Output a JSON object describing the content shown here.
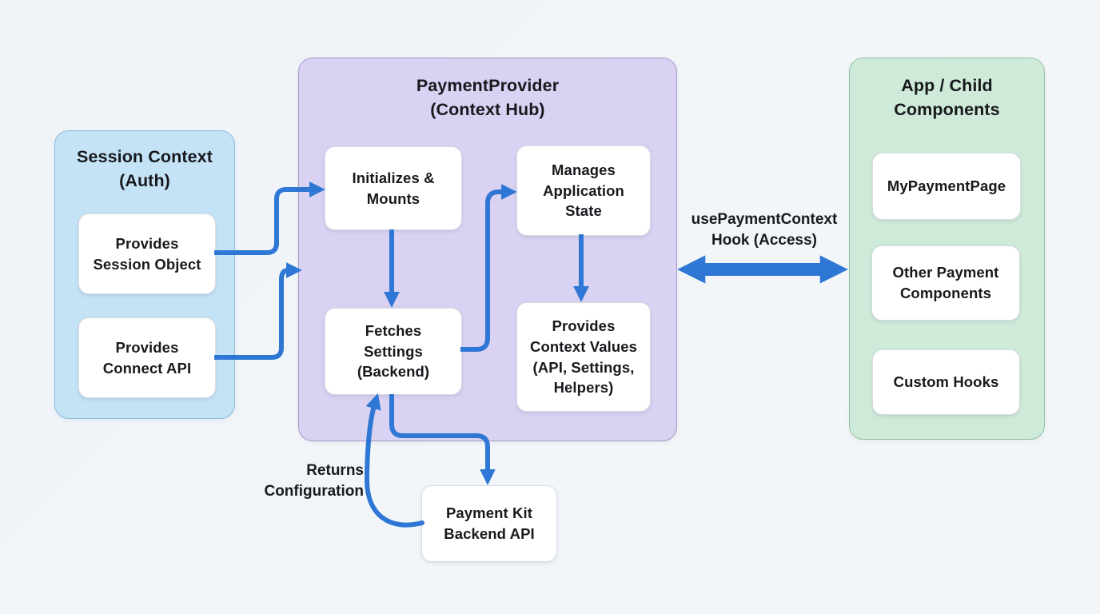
{
  "colors": {
    "page_bg": "#f1f5f8",
    "arrow": "#2e77d4",
    "text": "#17191d",
    "session_fill": "#c4e3f6",
    "session_border": "#8cbcdc",
    "provider_fill": "#d9d2f2",
    "provider_border": "#a79ac9",
    "app_fill": "#cfead9",
    "app_border": "#92c2a3",
    "box_bg": "#ffffff",
    "box_border": "#d7dce3"
  },
  "diagram": {
    "session_context": {
      "title": "Session Context\n(Auth)",
      "boxes": [
        "Provides\nSession Object",
        "Provides\nConnect API"
      ]
    },
    "payment_provider": {
      "title": "PaymentProvider\n(Context Hub)",
      "boxes": [
        "Initializes &\nMounts",
        "Manages\nApplication\nState",
        "Fetches\nSettings\n(Backend)",
        "Provides\nContext Values\n(API, Settings,\nHelpers)"
      ]
    },
    "app_components": {
      "title": "App / Child\nComponents",
      "boxes": [
        "MyPaymentPage",
        "Other Payment\nComponents",
        "Custom Hooks"
      ]
    },
    "backend": {
      "box": "Payment Kit\nBackend API"
    },
    "annotations": {
      "hook_label": "usePaymentContext\nHook (Access)",
      "returns_label": "Returns\nConfiguration"
    }
  }
}
